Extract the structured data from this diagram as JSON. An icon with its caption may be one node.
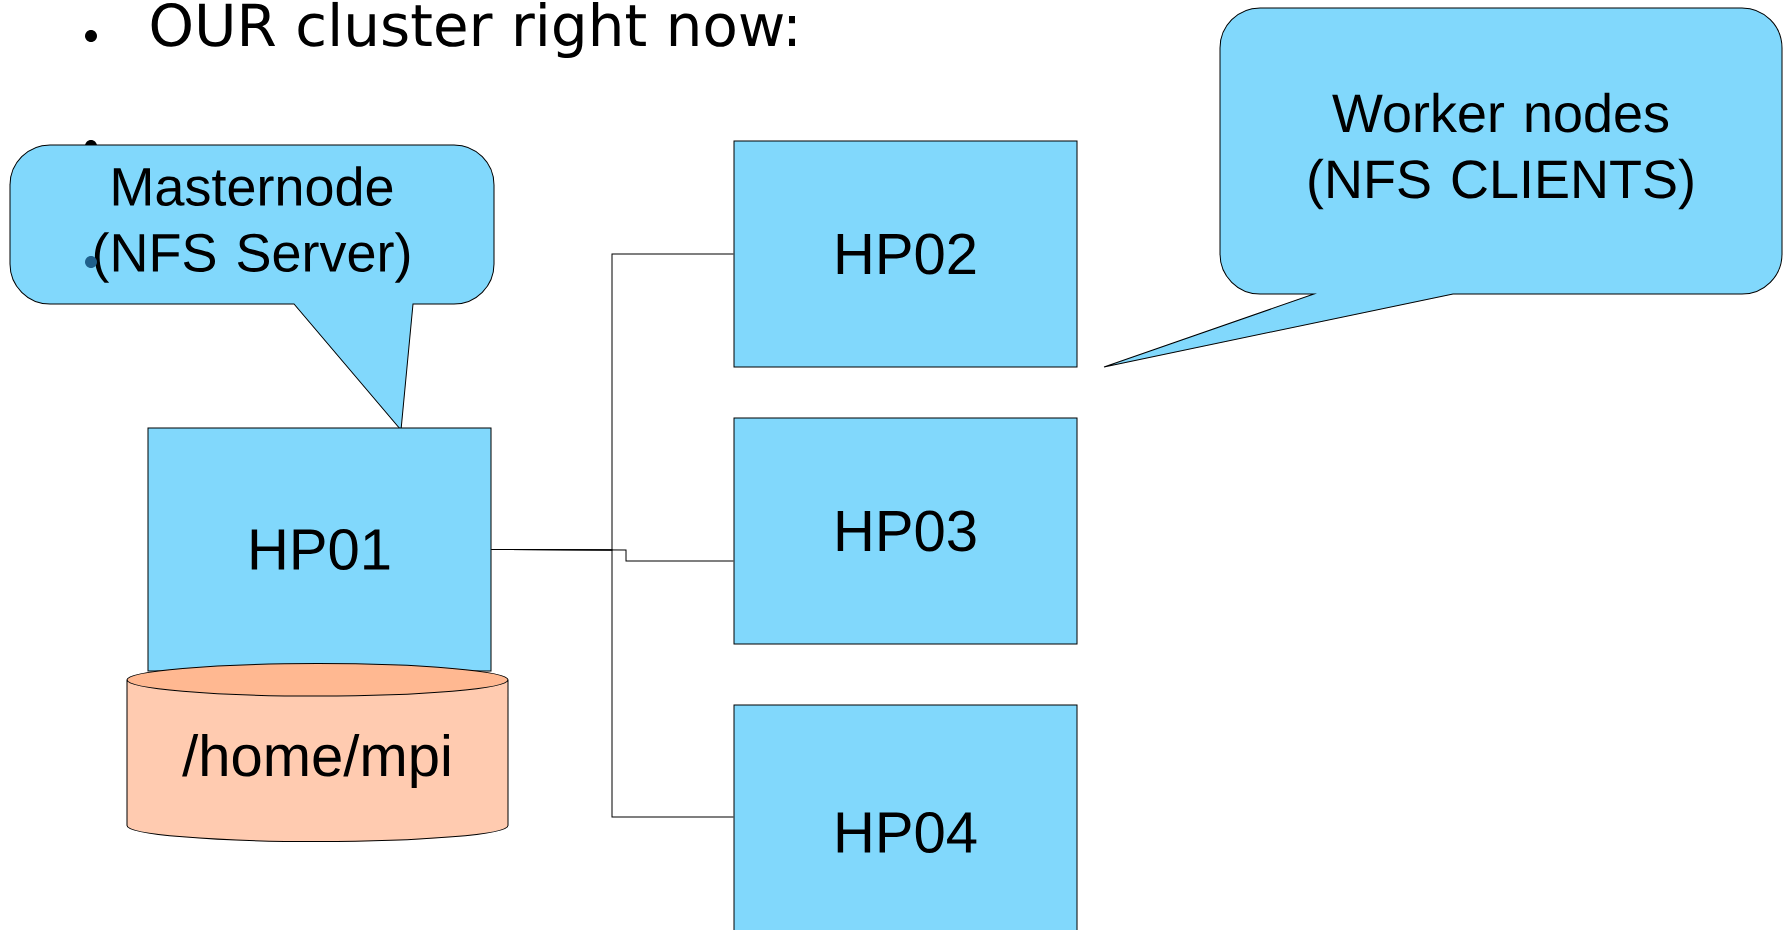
{
  "diagram": {
    "title": "OUR cluster right now:",
    "nodes": [
      {
        "text": [
          "Masternode (NFS Server)"
        ]
      },
      {
        "text": [
          "HP01"
        ]
      },
      {
        "text": [
          "/home/mpi"
        ]
      },
      {
        "text": [
          "HP02"
        ]
      },
      {
        "text": [
          "HP03"
        ]
      },
      {
        "text": [
          "HP04"
        ]
      },
      {
        "text": [
          "Worker nodes (NFS CLIENTS)"
        ]
      }
    ],
    "edges": [
      {
        "from": 1,
        "to": 3,
        "arrow": "none"
      },
      {
        "from": 1,
        "to": 4,
        "arrow": "none"
      },
      {
        "from": 1,
        "to": 5,
        "arrow": "none"
      }
    ]
  }
}
